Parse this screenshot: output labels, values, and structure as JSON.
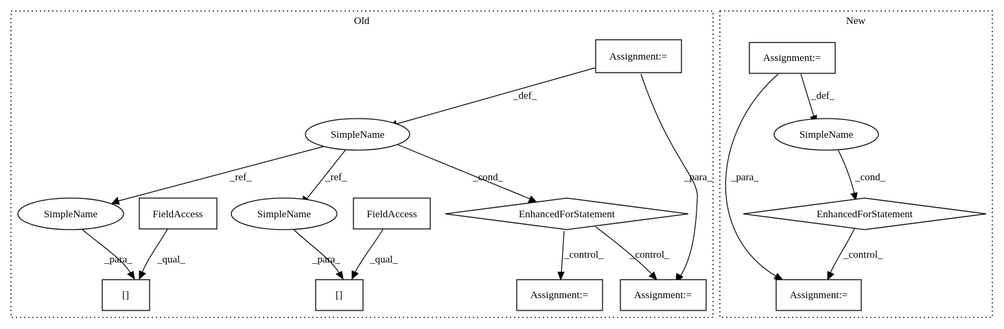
{
  "clusters": {
    "old": {
      "label": "Old"
    },
    "new": {
      "label": "New"
    }
  },
  "nodes": {
    "old_assign_top": "Assignment:=",
    "old_simplename_root": "SimpleName",
    "old_simplename_a": "SimpleName",
    "old_fieldaccess_a": "FieldAccess",
    "old_simplename_b": "SimpleName",
    "old_fieldaccess_b": "FieldAccess",
    "old_enhancedfor": "EnhancedForStatement",
    "old_index_a": "[]",
    "old_index_b": "[]",
    "old_assign_c1": "Assignment:=",
    "old_assign_c2": "Assignment:=",
    "new_assign_top": "Assignment:=",
    "new_simplename": "SimpleName",
    "new_enhancedfor": "EnhancedForStatement",
    "new_assign_bottom": "Assignment:="
  },
  "edges": {
    "old_def": "_def_",
    "old_para_top": "_para_",
    "old_ref_a": "_ref_",
    "old_ref_b": "_ref_",
    "old_cond": "_cond_",
    "old_para_a": "_para_",
    "old_qual_a": "_qual_",
    "old_para_b": "_para_",
    "old_qual_b": "_qual_",
    "old_control_1": "_control_",
    "old_control_2": "_control_",
    "new_def": "_def_",
    "new_para": "_para_",
    "new_cond": "_cond_",
    "new_control": "_control_"
  }
}
